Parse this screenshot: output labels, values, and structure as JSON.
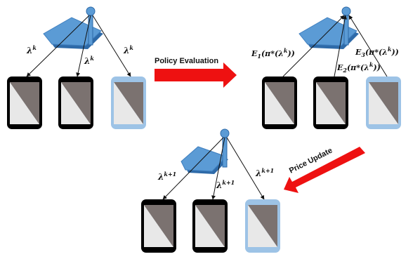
{
  "groups": [
    {
      "id": "top-left",
      "labels": [
        {
          "base": "λ",
          "sup": "k"
        },
        {
          "base": "λ",
          "sup": "k"
        },
        {
          "base": "λ",
          "sup": "k"
        }
      ],
      "arrow_direction": "down",
      "highlighted_device": 3
    },
    {
      "id": "top-right",
      "labels": [
        {
          "sub": "1",
          "text": "E",
          "arg": "(π*(λ",
          "argsup": "k",
          "close": "))"
        },
        {
          "sub": "2",
          "text": "E",
          "arg": "(π*(λ",
          "argsup": "k",
          "close": "))"
        },
        {
          "sub": "3",
          "text": "E",
          "arg": "(π*(λ",
          "argsup": "k",
          "close": "))"
        }
      ],
      "arrow_direction": "up",
      "highlighted_device": 3
    },
    {
      "id": "bottom",
      "labels": [
        {
          "base": "λ",
          "sup": "k+1"
        },
        {
          "base": "λ",
          "sup": "k+1"
        },
        {
          "base": "λ",
          "sup": "k+1"
        }
      ],
      "arrow_direction": "down",
      "highlighted_device": 3
    }
  ],
  "steps": {
    "policy_evaluation": "Policy Evaluation",
    "price_update": "Price Update"
  },
  "colors": {
    "accent_arrow": "#ee1111",
    "station_blue": "#5b9bd5",
    "station_dark": "#2e6aa8",
    "device_frame": "#000000",
    "device_frame_light": "#9dc3e6",
    "screen_dark": "#7b7270",
    "screen_light": "#e8e8e8"
  }
}
